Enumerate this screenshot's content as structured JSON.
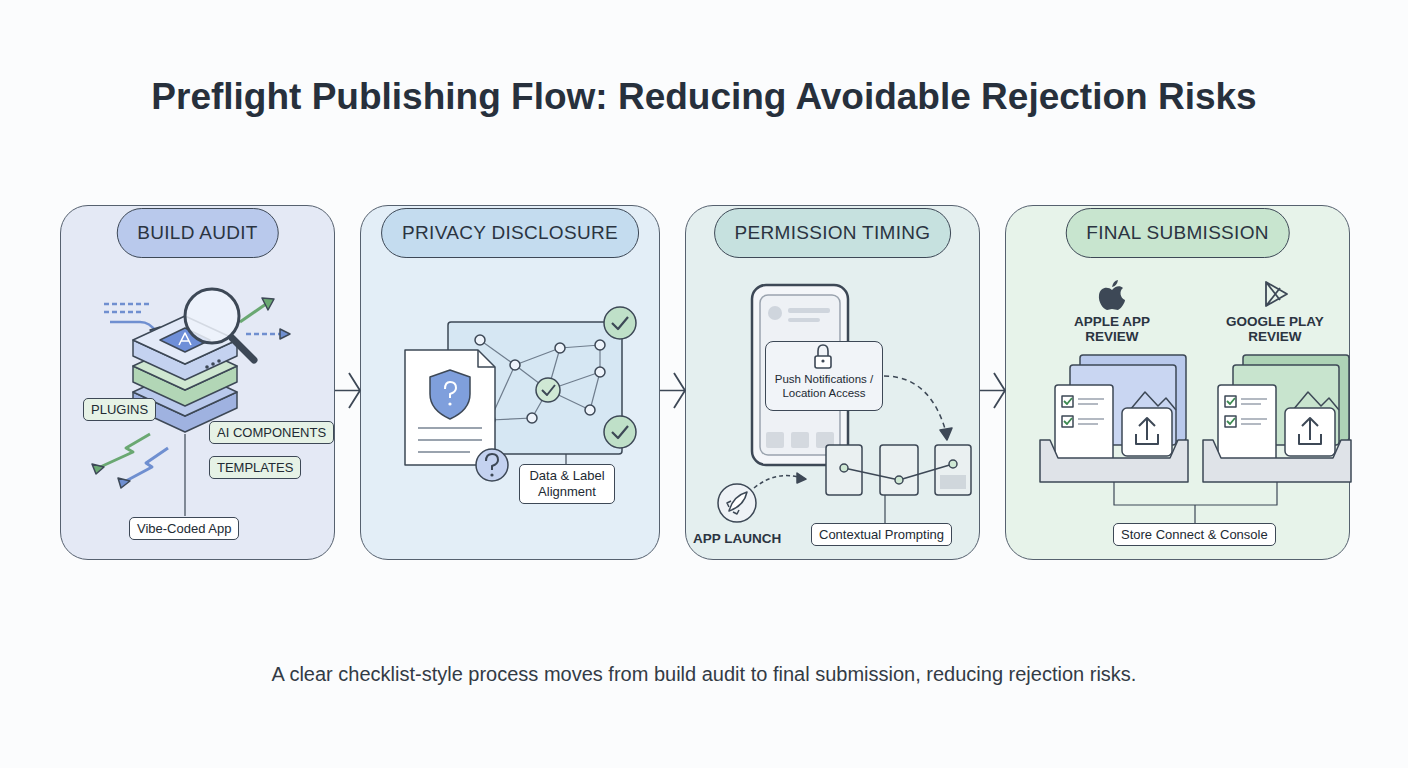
{
  "diagram": {
    "title": "Preflight Publishing Flow: Reducing Avoidable Rejection Risks",
    "caption": "A clear checklist-style process moves from build audit to final submission, reducing rejection risks.",
    "nodes": [
      {
        "text": [
          "BUILD AUDIT"
        ]
      },
      {
        "text": [
          "PLUGINS"
        ],
        "in": 0
      },
      {
        "text": [
          "AI COMPONENTS"
        ],
        "in": 0
      },
      {
        "text": [
          "TEMPLATES"
        ],
        "in": 0
      },
      {
        "text": [
          "Vibe-Coded App"
        ],
        "in": 0
      },
      {
        "text": [
          "PRIVACY DISCLOSURE"
        ]
      },
      {
        "text": [
          "Data & Label Alignment"
        ],
        "in": 5
      },
      {
        "text": [
          "PERMISSION TIMING"
        ]
      },
      {
        "text": [
          "Push Notifications / Location Access"
        ],
        "in": 7
      },
      {
        "text": [
          "Contextual Prompting"
        ],
        "in": 7
      },
      {
        "text": [
          "FINAL SUBMISSION"
        ]
      },
      {
        "text": [
          "Store Connect & Console"
        ],
        "in": 10
      }
    ],
    "edges": [
      {
        "from": 0,
        "to": 5,
        "arrow": "to"
      },
      {
        "from": 5,
        "to": 7,
        "arrow": "to"
      },
      {
        "from": 7,
        "to": 10,
        "arrow": "to"
      }
    ],
    "labels": [
      "APP LAUNCH",
      "APPLE APP REVIEW",
      "GOOGLE PLAY REVIEW"
    ]
  }
}
